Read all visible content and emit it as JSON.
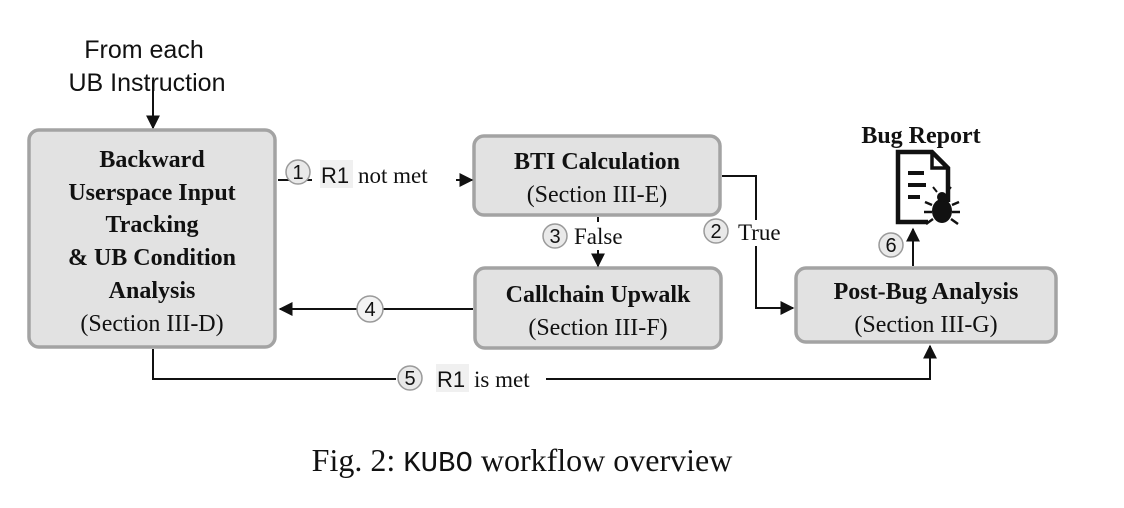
{
  "input": {
    "line1": "From each",
    "line2": "UB Instruction"
  },
  "nodes": {
    "backward": {
      "title_lines": [
        "Backward",
        "Userspace Input",
        "Tracking",
        "& UB Condition",
        "Analysis"
      ],
      "section": "(Section III-D)"
    },
    "bti": {
      "title": "BTI Calculation",
      "section": "(Section III-E)"
    },
    "callchain": {
      "title": "Callchain Upwalk",
      "section": "(Section III-F)"
    },
    "postbug": {
      "title": "Post-Bug Analysis",
      "section": "(Section III-G)"
    },
    "bug_report": {
      "title": "Bug Report",
      "icon": "bug-report-icon"
    }
  },
  "edges": {
    "e1": {
      "num": "1",
      "r1": "R1",
      "text": "not met"
    },
    "e2": {
      "num": "2",
      "text": "True"
    },
    "e3": {
      "num": "3",
      "text": "False"
    },
    "e4": {
      "num": "4"
    },
    "e5": {
      "num": "5",
      "r1": "R1",
      "text": "is met"
    },
    "e6": {
      "num": "6"
    }
  },
  "caption": {
    "prefix": "Fig. 2: ",
    "tool": "KUBO",
    "suffix": " workflow overview"
  },
  "colors": {
    "box_fill": "#e2e2e2",
    "box_stroke": "#a3a3a3",
    "line": "#111111"
  }
}
